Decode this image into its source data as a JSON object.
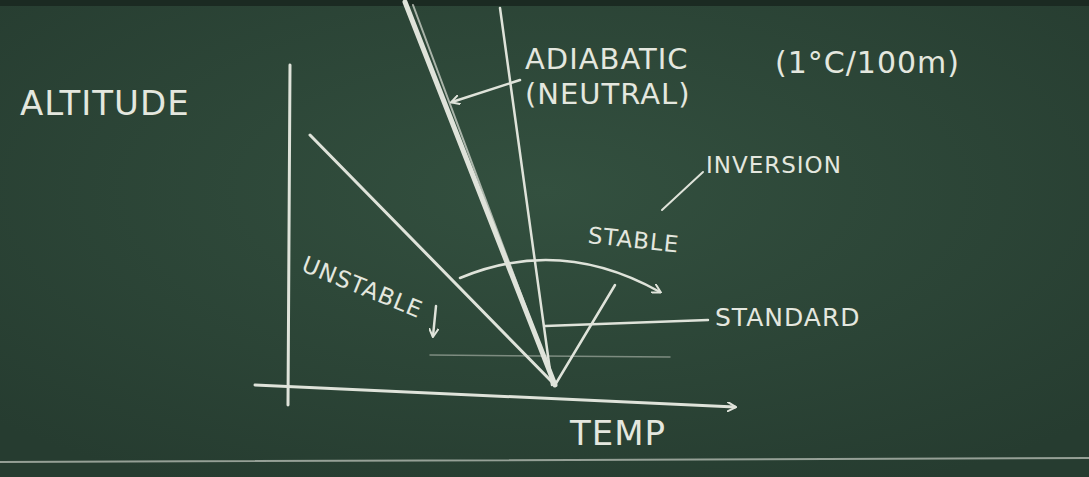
{
  "diagram": {
    "labels": [
      "ALTITUDE",
      "ADIABATIC (NEUTRAL)",
      "(1°C/100m)",
      "INVERSION",
      "UNSTABLE",
      "STABLE",
      "STANDARD",
      "TEMP"
    ]
  }
}
